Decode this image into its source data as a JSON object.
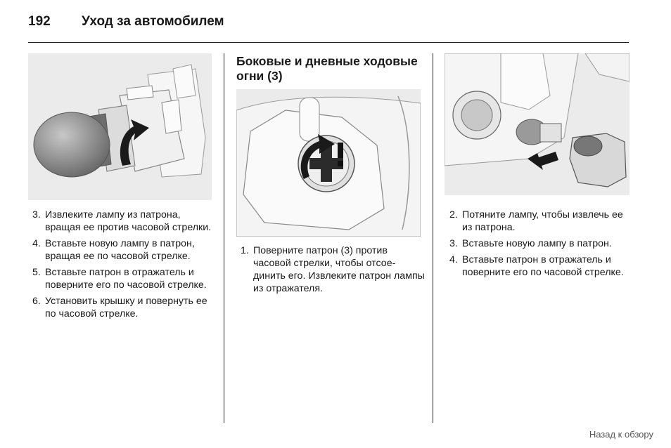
{
  "header": {
    "page_number": "192",
    "chapter_title": "Уход за автомобилем"
  },
  "left": {
    "illustration_icon": "bulb-removal-rotate-icon",
    "steps": [
      {
        "num": "3.",
        "text": "Извлеките лампу из патрона, вращая ее против часовой стрелки."
      },
      {
        "num": "4.",
        "text": "Вставьте новую лампу в патрон, вращая ее по часовой стрелке."
      },
      {
        "num": "5.",
        "text": "Вставьте патрон в отражатель и поверните его по часовой стрелке."
      },
      {
        "num": "6.",
        "text": "Установить крышку и повернуть ее по часовой стрелке."
      }
    ]
  },
  "middle": {
    "heading": "Боковые и дневные ходовые огни (3)",
    "illustration_icon": "socket-rotate-counterclockwise-icon",
    "steps": [
      {
        "num": "1.",
        "text": "Поверните патрон (3) против часовой стрелки, чтобы отсое-динить его. Извлеките патрон лампы из отражателя."
      }
    ]
  },
  "right": {
    "illustration_icon": "bulb-pull-from-socket-icon",
    "steps": [
      {
        "num": "2.",
        "text": "Потяните лампу, чтобы извлечь ее из патрона."
      },
      {
        "num": "3.",
        "text": "Вставьте новую лампу в патрон."
      },
      {
        "num": "4.",
        "text": "Вставьте патрон в отражатель и поверните его по часовой стрелке."
      }
    ]
  },
  "footer": {
    "back_link": "Назад к обзору"
  }
}
